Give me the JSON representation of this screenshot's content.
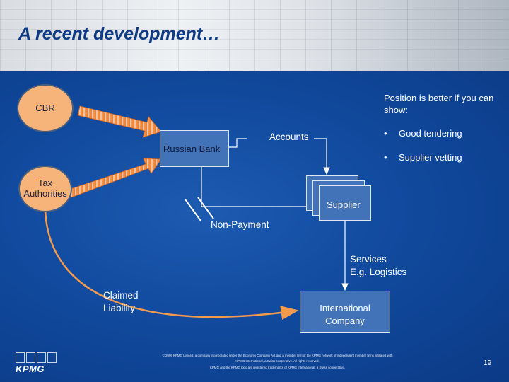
{
  "title": "A recent development…",
  "nodes": {
    "cbr": "CBR",
    "tax_line1": "Tax",
    "tax_line2": "Authorities",
    "russian_bank": "Russian Bank",
    "supplier": "Supplier",
    "international_line1": "International",
    "international_line2": "Company"
  },
  "labels": {
    "accounts": "Accounts",
    "non_payment": "Non-Payment",
    "services_line1": "Services",
    "services_line2": "E.g. Logistics",
    "claimed_line1": "Claimed",
    "claimed_line2": "Liability"
  },
  "position": {
    "heading_line1": "Position is better if you can",
    "heading_line2": "show:",
    "bullets": [
      "Good tendering",
      "Supplier vetting"
    ]
  },
  "footer": {
    "logo": "KPMG",
    "legal_line1": "© 2005 KPMG Limited, a company incorporated under the Economy Company Act and a member firm of the KPMG network of independent member firms affiliated with",
    "legal_line2": "KPMG International, a Swiss cooperative. All rights reserved.",
    "legal_line3": "KPMG and the KPMG logo are registered trademarks of KPMG International, a Swiss cooperative.",
    "page_number": "19"
  },
  "colors": {
    "background": "#0b3a86",
    "oval_fill": "#f7b47a",
    "box_fill": "#4273b9",
    "arrow_orange": "#f39a4d"
  }
}
